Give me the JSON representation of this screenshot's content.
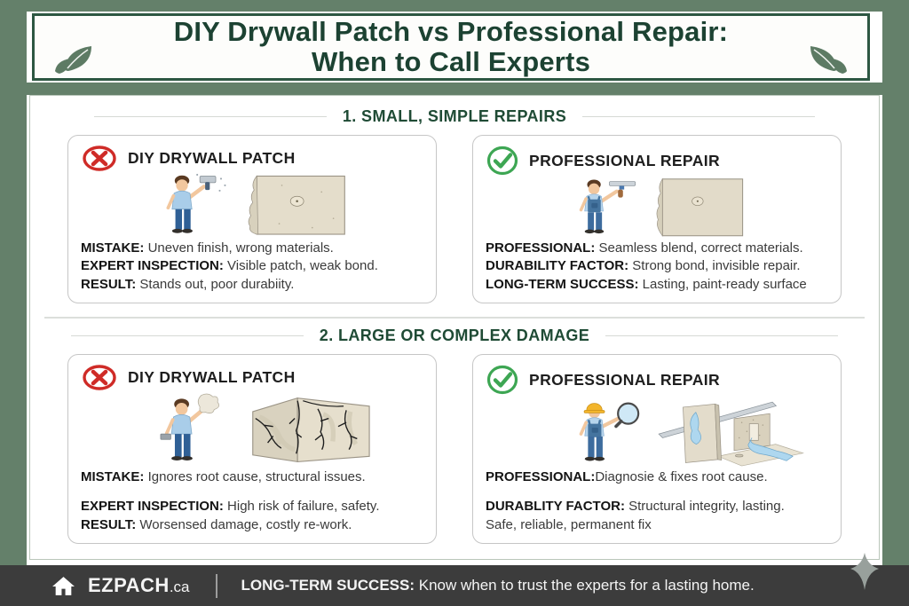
{
  "header": {
    "title_line1": "DIY Drywall Patch vs Professional Repair:",
    "title_line2": "When to Call Experts",
    "left_icon": "leaf-icon",
    "right_icon": "leaf-icon"
  },
  "sections": [
    {
      "heading": "1. SMALL, SIMPLE REPAIRS",
      "cards": [
        {
          "verdict": "negative",
          "icon": "x-circle-icon",
          "title": "DIY DRYWALL PATCH",
          "illustration": "man-with-putty-knife-and-patched-wall",
          "lines": [
            {
              "label": "MISTAKE:",
              "text": "Uneven finish, wrong materials."
            },
            {
              "label": "EXPERT INSPECTION:",
              "text": "Visible patch, weak bond."
            },
            {
              "label": "RESULT:",
              "text": "Stands out, poor durabiity."
            }
          ]
        },
        {
          "verdict": "positive",
          "icon": "check-circle-icon",
          "title": "PROFESSIONAL REPAIR",
          "illustration": "pro-with-taping-knife-and-smooth-wall",
          "lines": [
            {
              "label": "PROFESSIONAL:",
              "text": "Seamless blend, correct materials."
            },
            {
              "label": "DURABILITY FACTOR:",
              "text": "Strong bond, invisible repair."
            },
            {
              "label": "LONG-TERM SUCCESS:",
              "text": "Lasting, paint-ready surface"
            }
          ]
        }
      ]
    },
    {
      "heading": "2. LARGE OR COMPLEX DAMAGE",
      "cards": [
        {
          "verdict": "negative",
          "icon": "x-circle-icon",
          "title": "DIY DRYWALL PATCH",
          "illustration": "man-with-rag-and-cracked-wall-corner",
          "lines": [
            {
              "label": "MISTAKE:",
              "text": "Ignores root cause, structural issues."
            },
            {
              "label": "EXPERT INSPECTION:",
              "text": "High risk of failure, safety."
            },
            {
              "label": "RESULT:",
              "text": "Worsensed damage, costly re-work."
            }
          ]
        },
        {
          "verdict": "positive",
          "icon": "check-circle-icon",
          "title": "PROFESSIONAL REPAIR",
          "illustration": "inspector-with-magnifier-and-water-leak-wall",
          "lines": [
            {
              "label": "PROFESSIONAL:",
              "text": "Diagnosie & fixes root cause."
            },
            {
              "label": "DURABLITY FACTOR:",
              "text": "Structural integrity, lasting."
            },
            {
              "label": "",
              "text": "Safe, reliable, permanent fix"
            }
          ]
        }
      ]
    }
  ],
  "footer": {
    "home_icon": "home-icon",
    "brand": "EZPACH",
    "brand_suffix": ".ca",
    "tagline_label": "LONG-TERM SUCCESS:",
    "tagline_text": "Know when to trust the experts for a lasting home.",
    "sparkle_icon": "sparkle-icon"
  },
  "colors": {
    "frame_green": "#64806a",
    "header_border_green": "#2d5742",
    "title_green": "#1c4232",
    "section_heading_green": "#1f4b35",
    "negative_red": "#cf2b27",
    "positive_green": "#3da653",
    "footer_bg": "#3c3c3c",
    "wall_beige": "#e4ddcb",
    "water_blue": "#aed7ef"
  }
}
